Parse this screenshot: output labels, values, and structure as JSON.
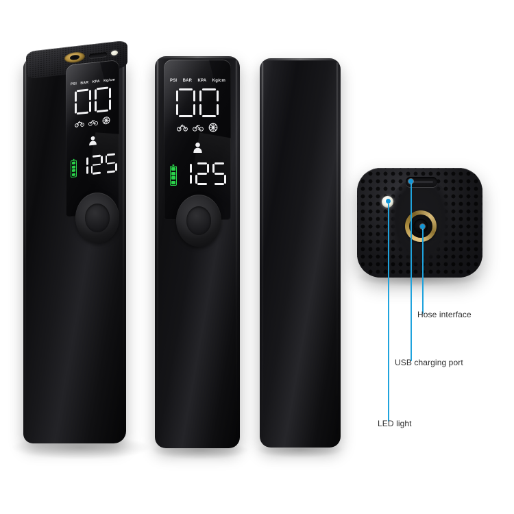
{
  "product": {
    "name": "portable-tire-inflator",
    "background_color": "#ffffff",
    "body_color": "#111113",
    "accent_gold": "#c9a558",
    "callout_line_color": "#1fa3dd",
    "label_text_color": "#2d2d2d"
  },
  "display": {
    "units": [
      "PSI",
      "BAR",
      "KPA",
      "Kg/cm"
    ],
    "pressure_reading": "00",
    "preset_reading": "125",
    "mode_icons": [
      "motorcycle-icon",
      "bicycle-icon",
      "basketball-icon"
    ],
    "preset_icon": "person-icon",
    "battery_segments": 4,
    "battery_color": "#2ad24a",
    "segment_color": "#f3f3f5"
  },
  "views": [
    {
      "id": "view-angled",
      "label": "angled-three-quarter-view"
    },
    {
      "id": "view-front",
      "label": "front-view"
    },
    {
      "id": "view-back",
      "label": "back-view"
    },
    {
      "id": "view-bottom-face",
      "label": "bottom-face-detail-view"
    }
  ],
  "callouts": [
    {
      "id": "hose-interface",
      "label": "Hose interface"
    },
    {
      "id": "usb-charging-port",
      "label": "USB charging port"
    },
    {
      "id": "led-light",
      "label": "LED light"
    }
  ],
  "bottom_face_features": {
    "hose_interface": "gold-ring-valve-port",
    "usb_port": "usb-c-charging-port",
    "led": "white-led-lamp",
    "grille": "perforated-vent-grille"
  }
}
